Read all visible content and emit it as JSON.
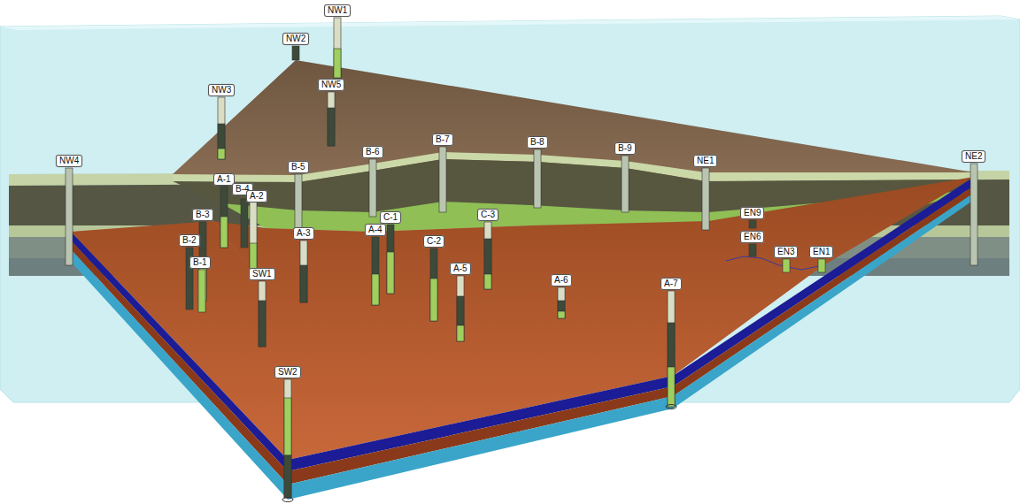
{
  "diagram": {
    "nodes": [
      {
        "text": [
          "NW1"
        ]
      },
      {
        "text": [
          "NW2"
        ]
      },
      {
        "text": [
          "NW5"
        ]
      },
      {
        "text": [
          "NW3"
        ]
      },
      {
        "text": [
          "B-7"
        ]
      },
      {
        "text": [
          "B-8"
        ]
      },
      {
        "text": [
          "B-6"
        ]
      },
      {
        "text": [
          "B-9"
        ]
      },
      {
        "text": [
          "NE2"
        ]
      },
      {
        "text": [
          "NW4"
        ]
      },
      {
        "text": [
          "NE1"
        ]
      },
      {
        "text": [
          "B-5"
        ]
      },
      {
        "text": [
          "A-1"
        ]
      },
      {
        "text": [
          "B-4"
        ]
      },
      {
        "text": [
          "A-2"
        ]
      },
      {
        "text": [
          "EN9"
        ]
      },
      {
        "text": [
          "B-3"
        ]
      },
      {
        "text": [
          "C-3"
        ]
      },
      {
        "text": [
          "C-1"
        ]
      },
      {
        "text": [
          "A-4"
        ]
      },
      {
        "text": [
          "A-3"
        ]
      },
      {
        "text": [
          "EN6"
        ]
      },
      {
        "text": [
          "B-2"
        ]
      },
      {
        "text": [
          "C-2"
        ]
      },
      {
        "text": [
          "EN3"
        ]
      },
      {
        "text": [
          "EN1"
        ]
      },
      {
        "text": [
          "B-1"
        ]
      },
      {
        "text": [
          "A-5"
        ]
      },
      {
        "text": [
          "SW1"
        ]
      },
      {
        "text": [
          "A-6"
        ]
      },
      {
        "text": [
          "A-7"
        ]
      },
      {
        "text": [
          "SW2"
        ]
      }
    ]
  }
}
